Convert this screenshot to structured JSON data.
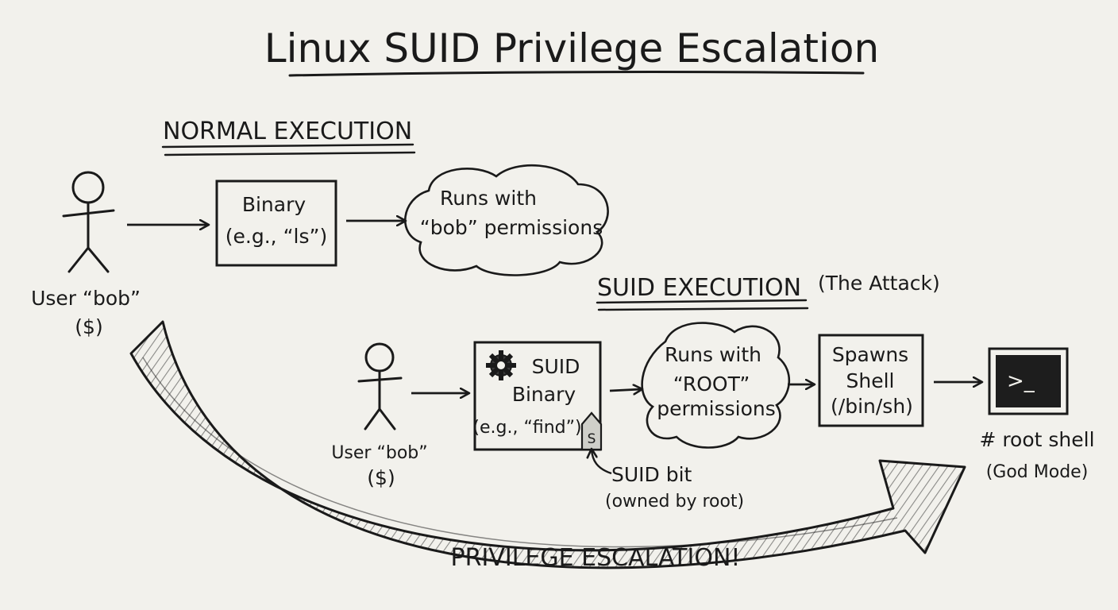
{
  "title": "Linux SUID Privilege Escalation",
  "normal": {
    "heading": "NORMAL EXECUTION",
    "user_line1": "User “bob”",
    "user_line2": "($)",
    "binary_line1": "Binary",
    "binary_line2": "(e.g., “ls”)",
    "cloud_line1": "Runs with",
    "cloud_line2": "“bob” permissions"
  },
  "suid": {
    "heading": "SUID EXECUTION",
    "heading_note": "(The Attack)",
    "user_line1": "User “bob”",
    "user_line2": "($)",
    "binary_line1": "SUID",
    "binary_line2": "Binary",
    "binary_line3": "(e.g., “find”)",
    "suid_badge": "S",
    "suid_bit_line1": "SUID bit",
    "suid_bit_line2": "(owned by root)",
    "cloud_line1": "Runs with",
    "cloud_line2": "“ROOT”",
    "cloud_line3": "permissions",
    "spawn_line1": "Spawns",
    "spawn_line2": "Shell",
    "spawn_line3": "(/bin/sh)",
    "terminal_prompt": ">_",
    "root_line1": "# root shell",
    "root_line2": "(God Mode)"
  },
  "escalation_label": "PRIVILEGE ESCALATION!",
  "icons": [
    "stick-figure",
    "gear-icon",
    "terminal-icon",
    "arrow-icon",
    "cloud-shape"
  ]
}
